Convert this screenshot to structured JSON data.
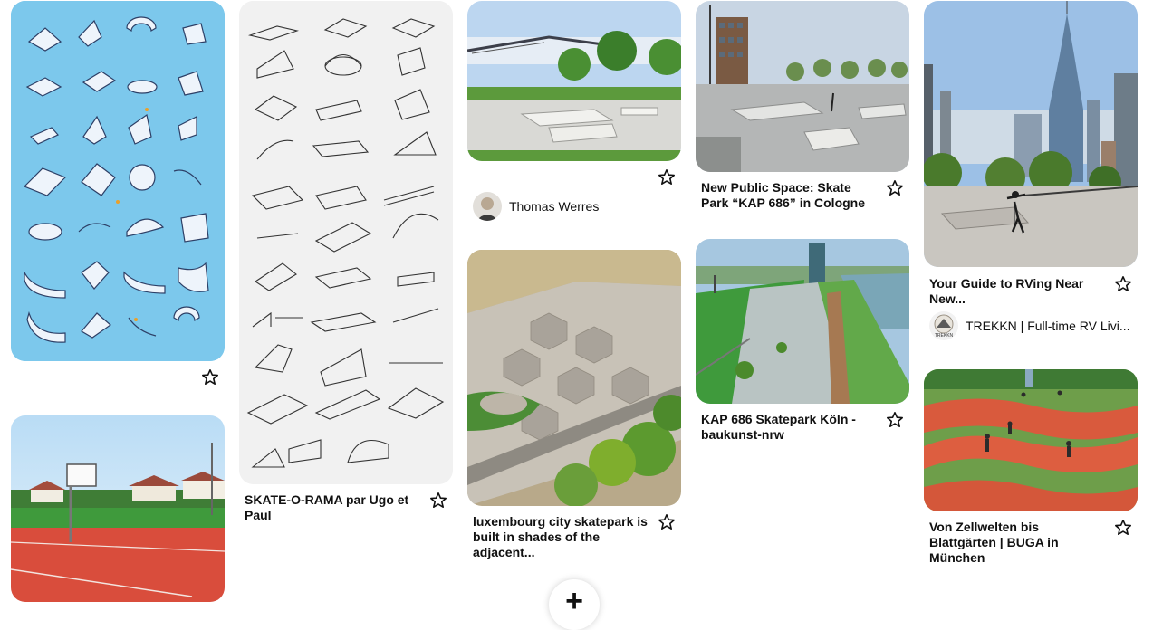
{
  "pins": [
    {
      "id": "skate-icons",
      "title": ""
    },
    {
      "id": "skate-o-rama",
      "title": "SKATE-O-RAMA par Ugo et Paul"
    },
    {
      "id": "plaza",
      "title": ""
    },
    {
      "id": "kap686-public-space",
      "title": "New Public Space: Skate Park “KAP 686” in Cologne"
    },
    {
      "id": "rving-new-york",
      "title": "Your Guide to RVing Near New..."
    },
    {
      "id": "basketball-court",
      "title": ""
    },
    {
      "id": "luxembourg",
      "title": "luxembourg city skatepark is built in shades of the adjacent..."
    },
    {
      "id": "kap686-koeln",
      "title": "KAP 686 Skatepark Köln - baukunst-nrw"
    },
    {
      "id": "buga-muenchen",
      "title": "Von Zellwelten bis Blattgärten | BUGA in München"
    }
  ],
  "authors": {
    "thomas": "Thomas Werres",
    "trekkn": "TREKKN | Full-time RV Livi...",
    "trekkn_logo": "TREKKN"
  },
  "icons": {
    "save": "star-outline-icon",
    "add": "plus-icon"
  },
  "fab_label": "+",
  "colors": {
    "accent_blue": "#79c7ea",
    "track_red": "#d94d3c",
    "grass": "#3f9a3c"
  }
}
